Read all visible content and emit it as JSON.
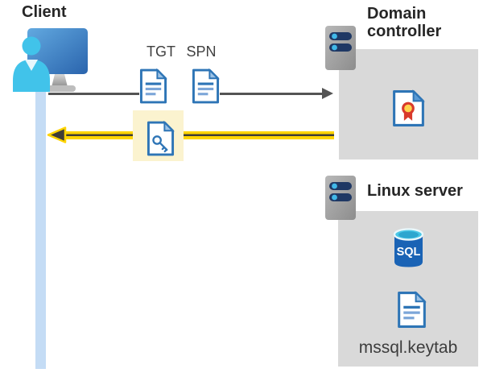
{
  "client": {
    "label": "Client"
  },
  "flow": {
    "tgt_label": "TGT",
    "spn_label": "SPN"
  },
  "domain_controller": {
    "name": "Domain controller"
  },
  "linux_server": {
    "name": "Linux server",
    "database_label": "SQL",
    "keytab_file": "mssql.keytab"
  },
  "colors": {
    "arrow_highlight_yellow": "#FFD400",
    "arrow_dark": "#3F3D37",
    "request_arrow_gray": "#545454",
    "panel_gray": "#D9D9D9",
    "highlight_box_yellow": "#FBF3CF",
    "client_bar_blue": "#C4DCF5",
    "document_border_blue": "#2E75B6",
    "person_cyan": "#41C3EA",
    "sql_body_blue": "#1A63B5",
    "cert_ribbon_red": "#D93A2B"
  }
}
